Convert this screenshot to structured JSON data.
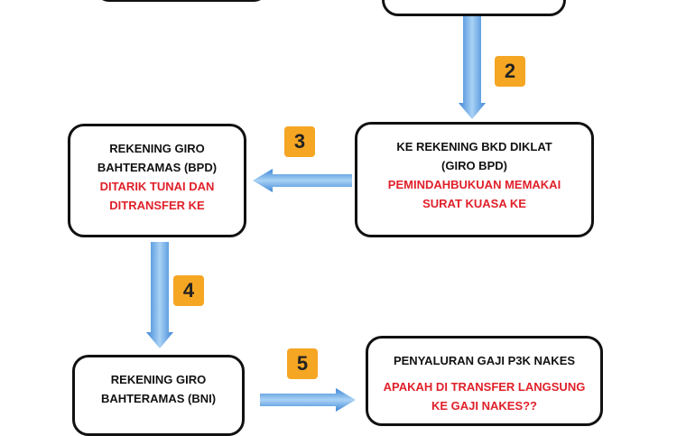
{
  "steps": {
    "s2": "2",
    "s3": "3",
    "s4": "4",
    "s5": "5"
  },
  "box_bkd": {
    "line1": "KE REKENING BKD DIKLAT",
    "line2": "(GIRO BPD)",
    "red1": "PEMINDAHBUKUAN MEMAKAI",
    "red2": "SURAT KUASA KE"
  },
  "box_bpd": {
    "line1": "REKENING GIRO",
    "line2": "BAHTERAMAS (BPD)",
    "red1": "DITARIK TUNAI DAN",
    "red2": "DITRANSFER KE"
  },
  "box_bni": {
    "line1": "REKENING GIRO",
    "line2": "BAHTERAMAS (BNI)"
  },
  "box_p3k": {
    "line1": "PENYALURAN GAJI P3K NAKES",
    "red1": "APAKAH DI TRANSFER LANGSUNG",
    "red2": "KE GAJI NAKES??"
  },
  "colors": {
    "arrow": "#5aa0e6",
    "badge": "#f5a623",
    "red": "#e0202a"
  }
}
